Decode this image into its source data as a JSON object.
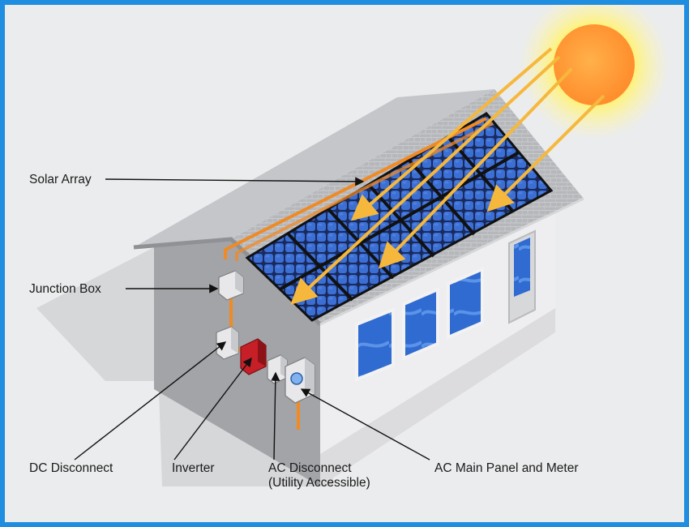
{
  "labels": {
    "solar_array": "Solar Array",
    "junction_box": "Junction Box",
    "dc_disconnect": "DC Disconnect",
    "inverter": "Inverter",
    "ac_disconnect": "AC Disconnect",
    "ac_disconnect_note": "(Utility Accessible)",
    "ac_main_panel": "AC Main Panel and Meter"
  },
  "colors": {
    "frame_border": "#1f8ee0",
    "background": "#ebeced",
    "wall_light": "#eeeef0",
    "wall_gable": "#9fa1a4",
    "roof": "#b5b7ba",
    "panel_cell": "#3b6fd4",
    "panel_grid": "#1a2a5c",
    "conduit": "#f08a24",
    "sun_ray": "#f6b83c",
    "sun_core": "#ff9a32",
    "sun_glow": "#fff27a",
    "inverter": "#d0202a",
    "window_glass": "#2f6bd0"
  },
  "icons": {
    "sun": "sun-icon",
    "house": "house-illustration",
    "junction_box": "junction-box-icon",
    "dc_disconnect": "dc-disconnect-icon",
    "inverter": "inverter-icon",
    "ac_disconnect": "ac-disconnect-icon",
    "meter": "meter-icon"
  }
}
